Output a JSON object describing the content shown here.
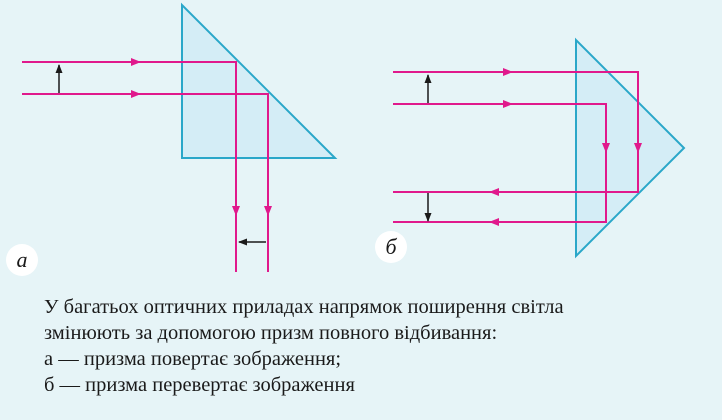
{
  "figure": {
    "panel_a_label": "а",
    "panel_b_label": "б",
    "colors": {
      "background": "#e6f4f7",
      "prism_fill": "#d4edf6",
      "prism_stroke": "#2aa7c9",
      "ray": "#e0198c",
      "arrow": "#1a1a1a",
      "label_bubble": "#ffffff"
    }
  },
  "caption": {
    "line1": "У багатьох оптичних приладах напрямок поширення світла",
    "line2": "змінюють за допомогою призм повного відбивання:",
    "line3": "а — призма повертає зображення;",
    "line4": "б — призма перевертає зображення"
  }
}
